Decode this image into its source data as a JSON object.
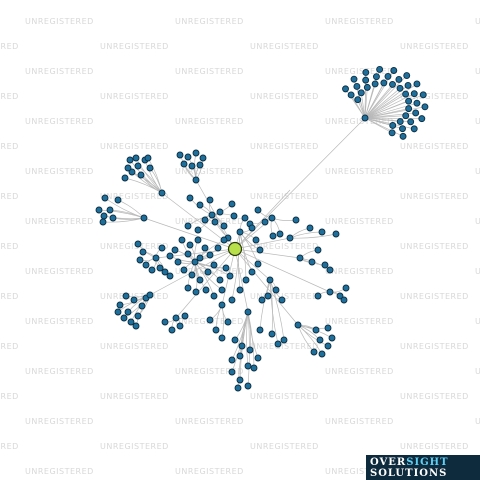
{
  "watermark": {
    "text": "UNREGISTERED",
    "color": "#d8d8d8"
  },
  "logo": {
    "part1": "OVER",
    "part2": "SIGHT",
    "line2": "SOLUTIONS",
    "background": "#0e2a3d",
    "accent_color": "#5fd0f5"
  },
  "graph": {
    "edge_color": "#b9b9b9",
    "node_color": "#1f6f9a",
    "center_node_color": "#b8e04a"
  }
}
